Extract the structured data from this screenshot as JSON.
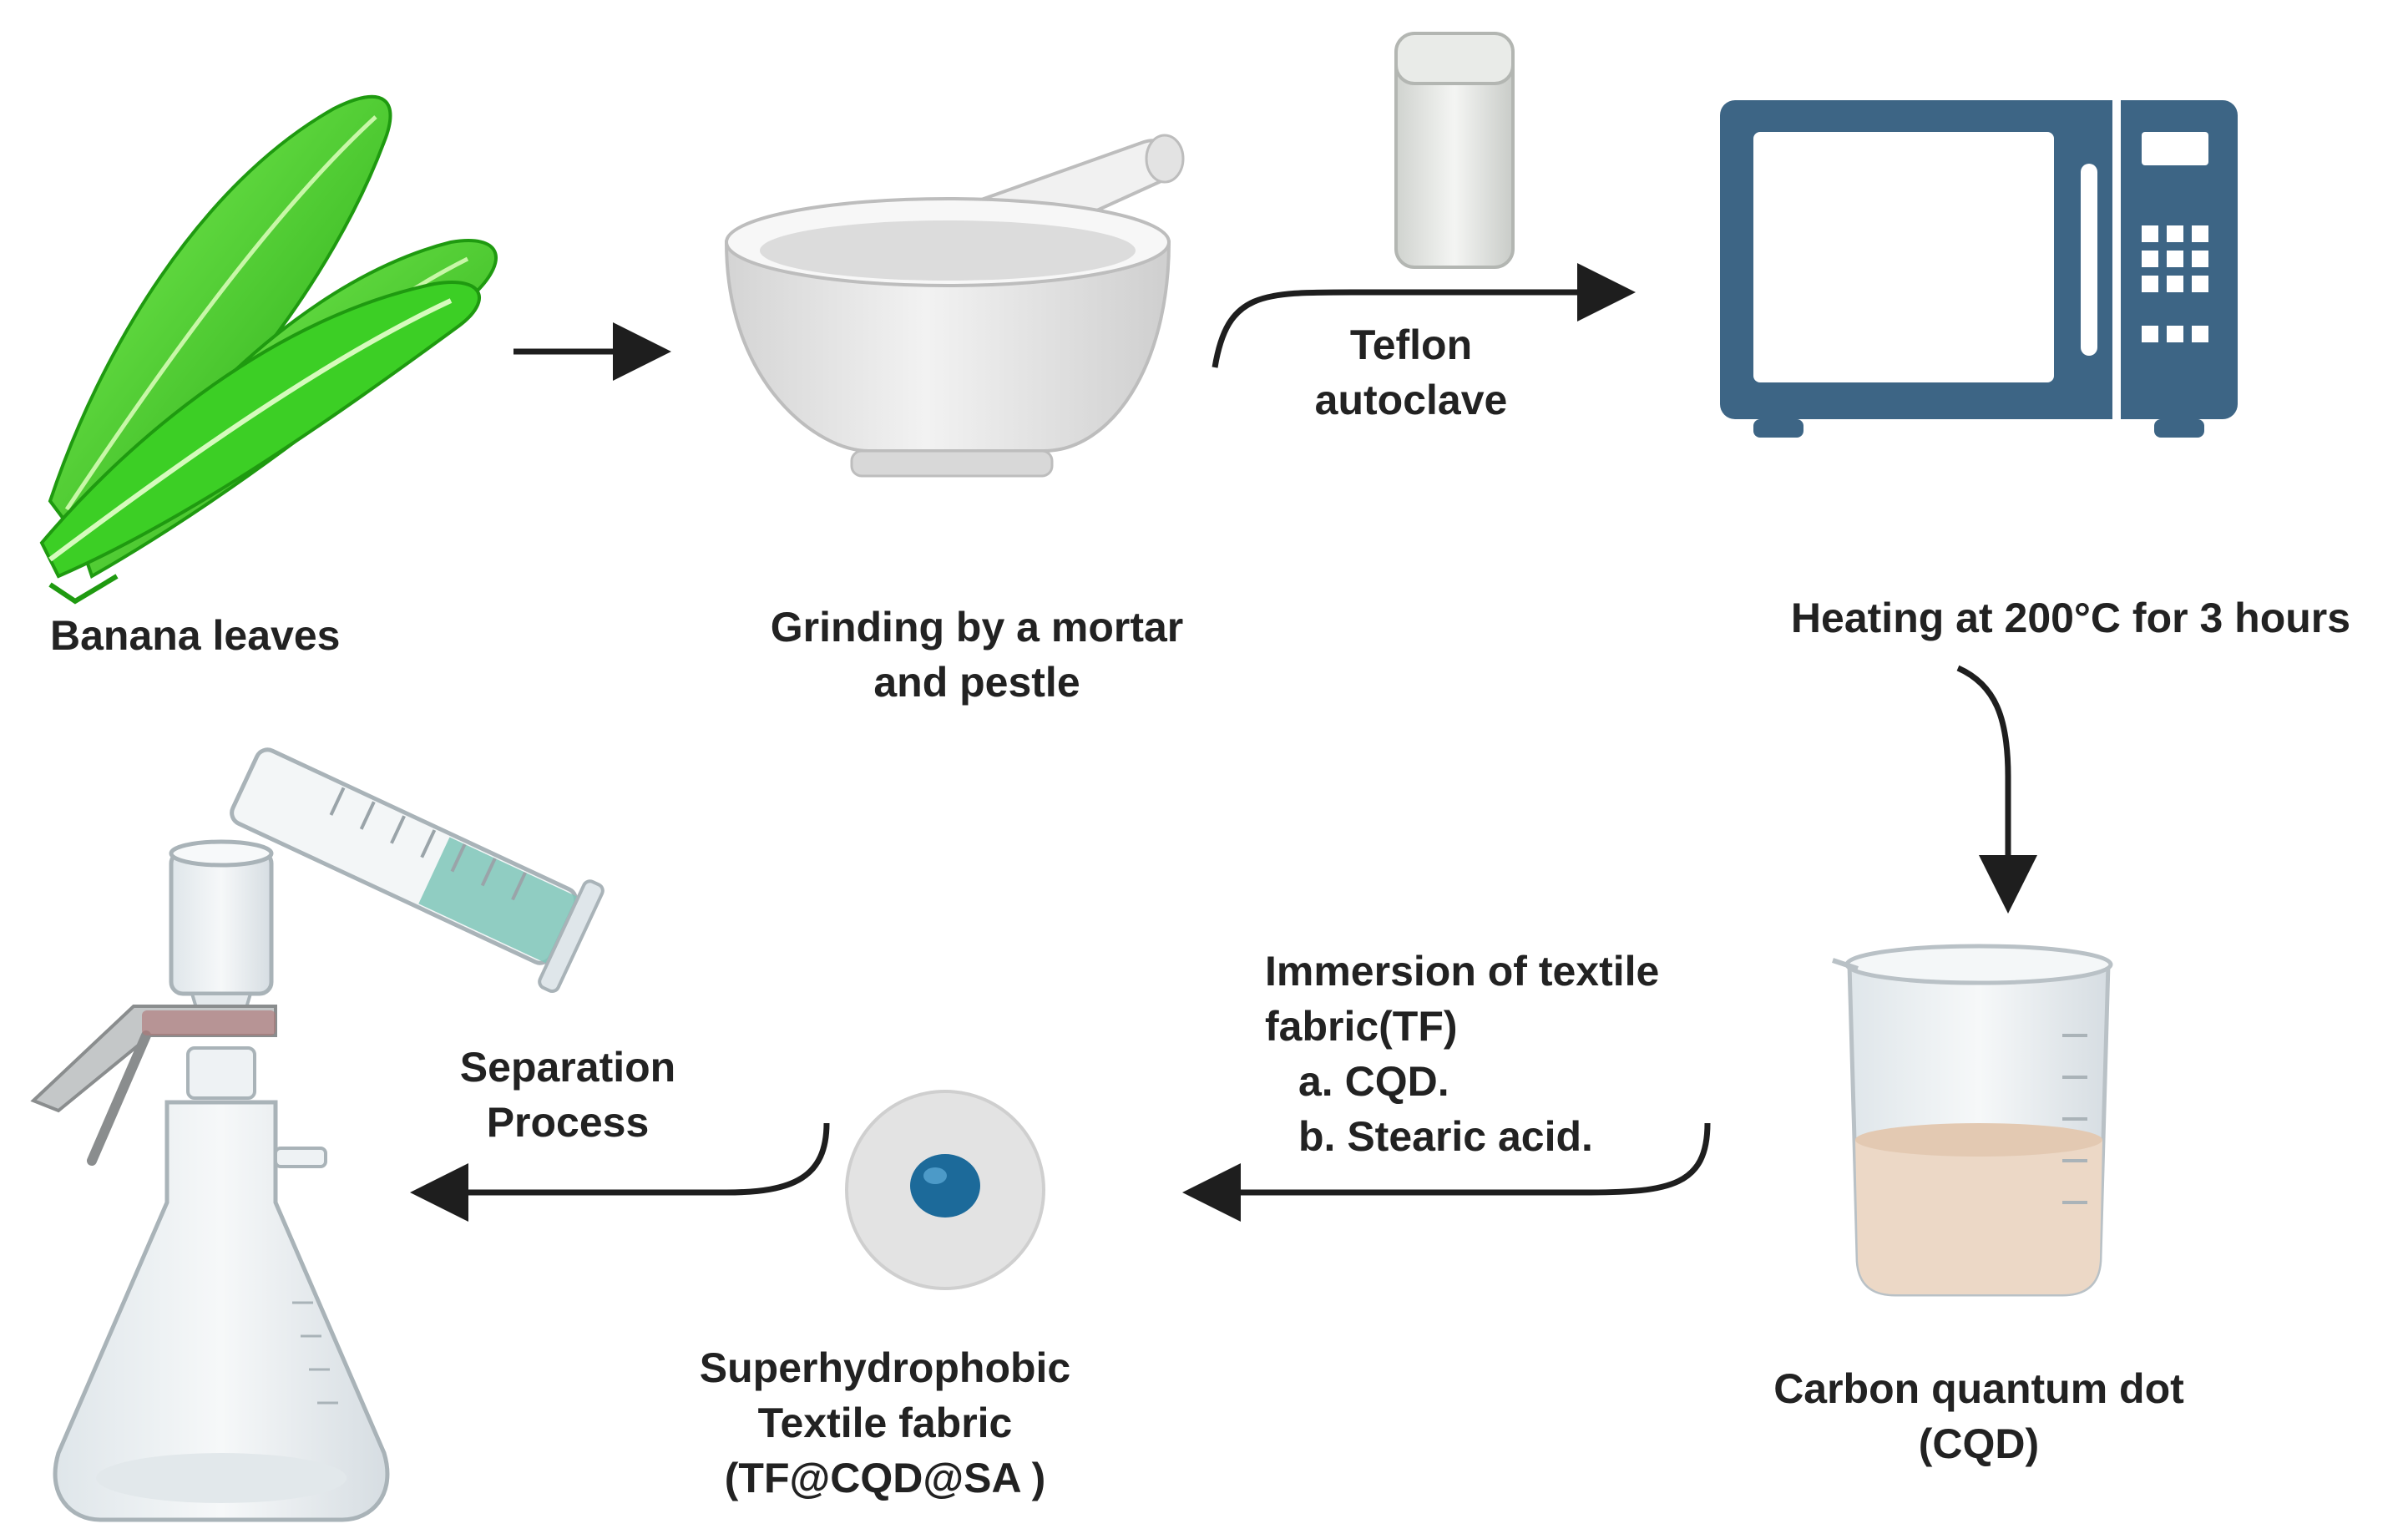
{
  "steps": {
    "banana": {
      "label": "Banana leaves"
    },
    "grinding": {
      "label_line1": "Grinding by a mortar",
      "label_line2": "and pestle"
    },
    "autoclave": {
      "label_line1": "Teflon",
      "label_line2": "autoclave"
    },
    "heating": {
      "label": "Heating at 200°C for 3 hours"
    },
    "cqd": {
      "label_line1": "Carbon quantum dot",
      "label_line2": "(CQD)"
    },
    "immersion": {
      "label_line1": "Immersion of textile",
      "label_line2": "fabric(TF)",
      "item_a": "a.  CQD.",
      "item_b": "b.  Stearic acid."
    },
    "fabric": {
      "label_line1": "Superhydrophobic",
      "label_line2": "Textile fabric",
      "label_line3": "(TF@CQD@SA )"
    },
    "separation": {
      "label_line1": "Separation",
      "label_line2": "Process"
    }
  },
  "colors": {
    "leaf_light": "#5fe03a",
    "leaf_dark": "#2bb317",
    "mortar": "#e6e6e6",
    "microwave": "#3d6585",
    "fabric_dot": "#1c6a9a",
    "cqd_liquid": "#ecd8c6",
    "cylinder_liquid": "#7ec5b8",
    "arrow": "#1e1e1e"
  },
  "icons": [
    "banana-leaves-icon",
    "mortar-pestle-icon",
    "teflon-autoclave-icon",
    "microwave-oven-icon",
    "beaker-icon",
    "textile-fabric-icon",
    "filtration-flask-icon",
    "graduated-cylinder-icon"
  ]
}
